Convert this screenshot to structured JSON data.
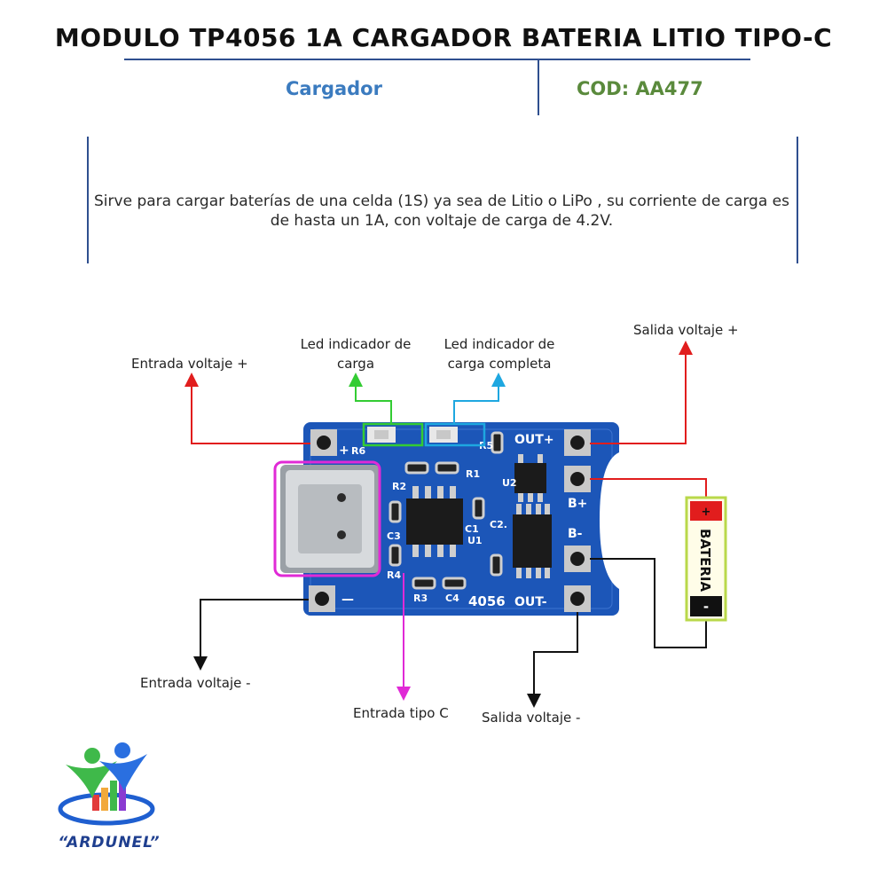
{
  "title": "MODULO TP4056 1A   CARGADOR BATERIA LITIO TIPO-C",
  "category": "Cargador",
  "code": "COD: AA477",
  "description": "Sirve para cargar baterías de una celda (1S) ya sea de Litio o LiPo , su corriente de carga es de hasta un 1A, con voltaje de carga de 4.2V.",
  "labels": {
    "in_plus": "Entrada voltaje +",
    "led_charge_1": "Led indicador de",
    "led_charge_2": "carga",
    "led_full_1": "Led indicador de",
    "led_full_2": "carga completa",
    "out_plus": "Salida voltaje +",
    "in_minus": "Entrada voltaje -",
    "type_c": "Entrada tipo C",
    "out_minus": "Salida voltaje -"
  },
  "board": {
    "chip_label": "4056",
    "silk": {
      "out_plus": "OUT+",
      "out_minus": "OUT-",
      "b_plus": "B+",
      "b_minus": "B-",
      "plus": "+",
      "minus": "—",
      "r6": "R6",
      "r1": "R1",
      "r2": "R2",
      "r3": "R3",
      "r4": "R4",
      "r5": "R5",
      "c1": "C1",
      "c2": "C2.",
      "c3": "C3",
      "c4": "C4",
      "u1": "U1",
      "u2": "U2"
    }
  },
  "battery": {
    "label": "BATERIA",
    "plus": "+",
    "minus": "-"
  },
  "brand": "“ARDUNEL”",
  "colors": {
    "red": "#e11d1d",
    "green": "#33cc33",
    "cyan": "#1ea7e0",
    "magenta": "#e02ad6",
    "black": "#111111",
    "board": "#1c56b8",
    "divider": "#2f4f8f"
  }
}
